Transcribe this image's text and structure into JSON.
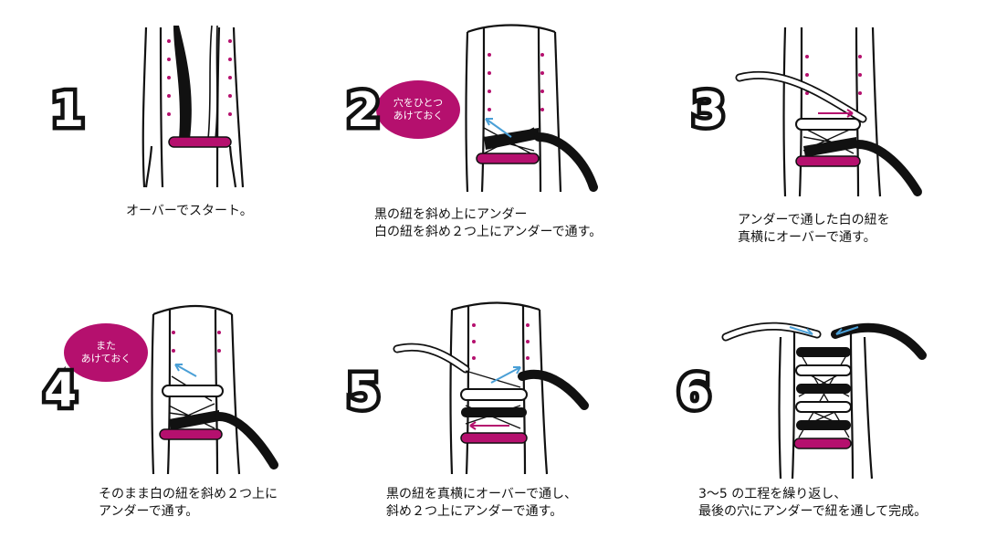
{
  "colors": {
    "magenta": "#b5106e",
    "arrow": "#4a9fd6",
    "line": "#111111"
  },
  "steps": [
    {
      "number": "1",
      "caption": "オーバーでスタート。"
    },
    {
      "number": "2",
      "caption": "黒の紐を斜め上にアンダー\n白の紐を斜め２つ上にアンダーで通す。",
      "bubble": "穴をひとつ\nあけておく"
    },
    {
      "number": "3",
      "caption": "アンダーで通した白の紐を\n真横にオーバーで通す。"
    },
    {
      "number": "4",
      "caption": "そのまま白の紐を斜め２つ上に\nアンダーで通す。",
      "bubble": "また\nあけておく"
    },
    {
      "number": "5",
      "caption": "黒の紐を真横にオーバーで通し、\n斜め２つ上にアンダーで通す。"
    },
    {
      "number": "6",
      "caption": "3～5 の工程を繰り返し、\n最後の穴にアンダーで紐を通して完成。"
    }
  ]
}
